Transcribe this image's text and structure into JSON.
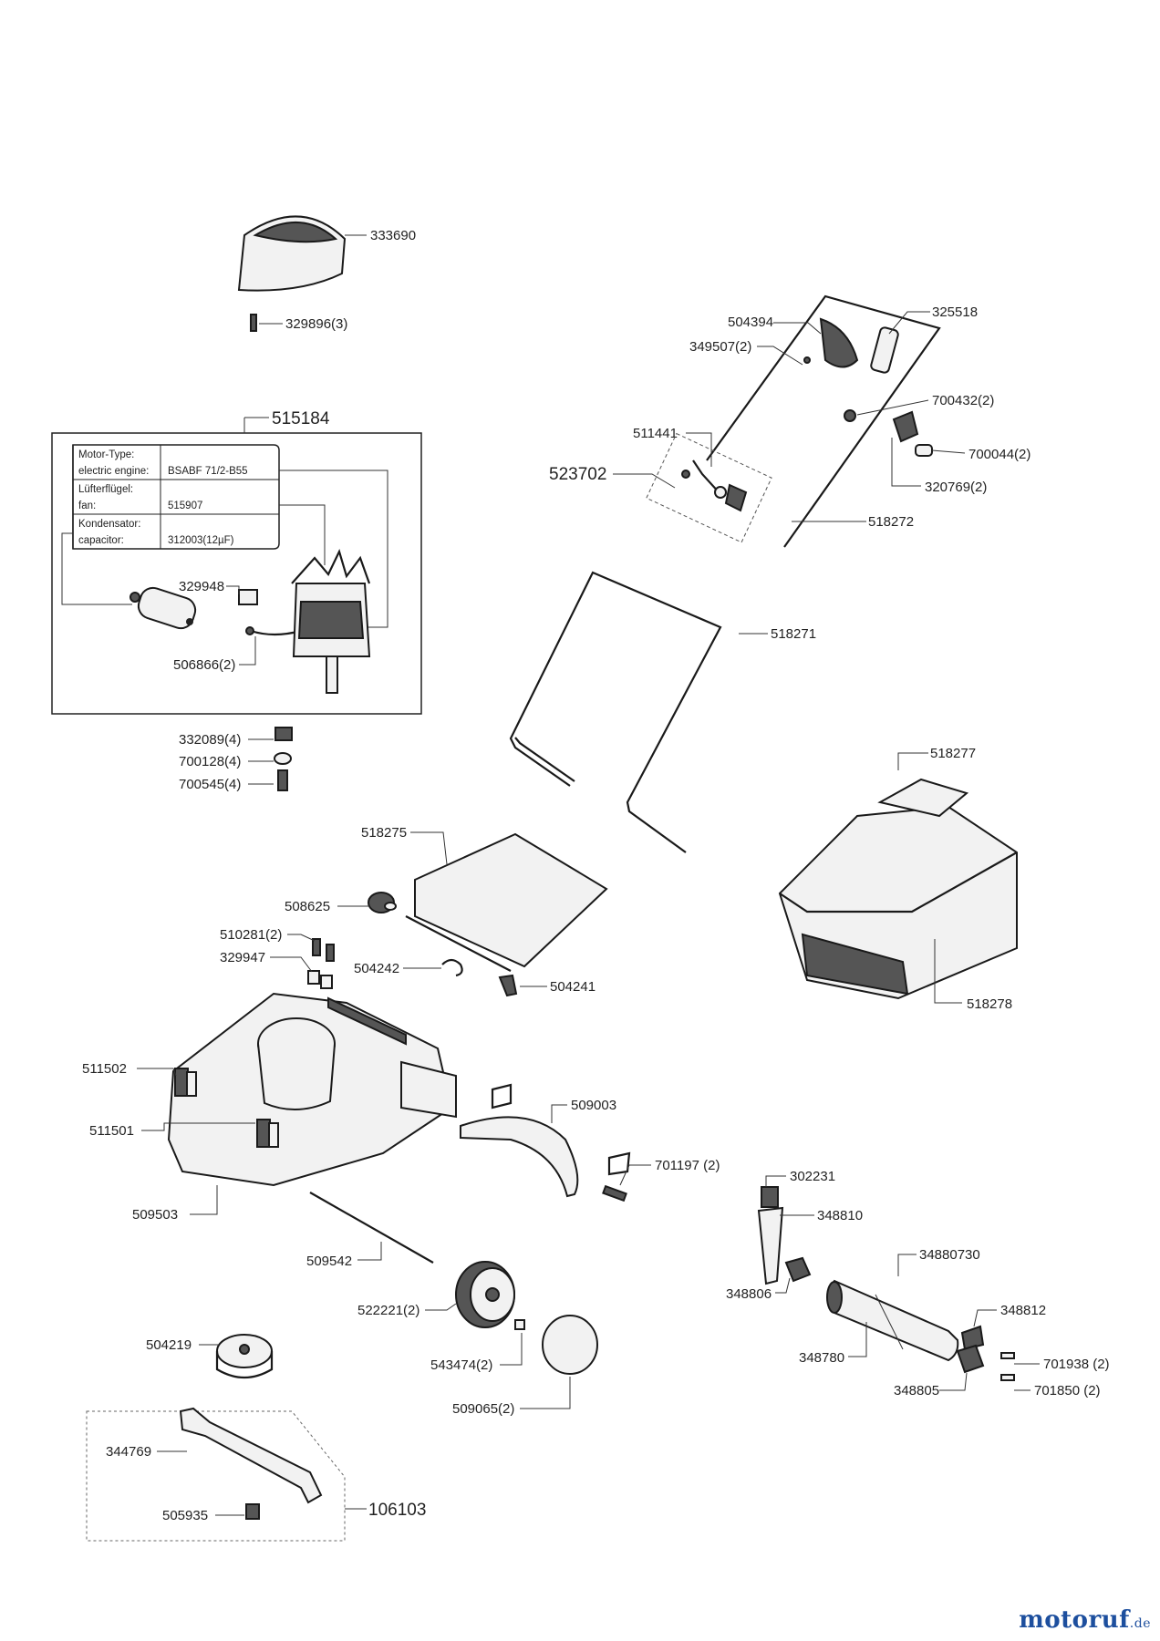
{
  "brand": {
    "name": "motoruf",
    "suffix": ".de",
    "color": "#1d4f9e",
    "accent": "#e07b12"
  },
  "table": {
    "rows": [
      {
        "label_de": "Motor-Type:",
        "label_en": "electric engine:",
        "value": "BSABF 71/2-B55"
      },
      {
        "label_de": "Lüfterflügel:",
        "label_en": "fan:",
        "value": "515907"
      },
      {
        "label_de": "Kondensator:",
        "label_en": "capacitor:",
        "value": "312003(12µF)"
      }
    ]
  },
  "parts": {
    "p333690": "333690",
    "p329896": "329896(3)",
    "p515184": "515184",
    "p329948": "329948",
    "p506866": "506866(2)",
    "p332089": "332089(4)",
    "p700128": "700128(4)",
    "p700545": "700545(4)",
    "p504394": "504394",
    "p349507": "349507(2)",
    "p325518": "325518",
    "p700432": "700432(2)",
    "p511441": "511441",
    "p700044": "700044(2)",
    "p523702": "523702",
    "p320769": "320769(2)",
    "p518272": "518272",
    "p518271": "518271",
    "p518277": "518277",
    "p518275": "518275",
    "p508625": "508625",
    "p510281": "510281(2)",
    "p329947": "329947",
    "p504242": "504242",
    "p504241": "504241",
    "p518278": "518278",
    "p511502": "511502",
    "p509003": "509003",
    "p511501": "511501",
    "p701197": "701197 (2)",
    "p509503": "509503",
    "p302231": "302231",
    "p348810": "348810",
    "p509542": "509542",
    "p34880730": "34880730",
    "p348806": "348806",
    "p522221": "522221(2)",
    "p348812": "348812",
    "p504219": "504219",
    "p543474": "543474(2)",
    "p348780": "348780",
    "p701938": "701938 (2)",
    "p509065": "509065(2)",
    "p348805": "348805",
    "p701850": "701850 (2)",
    "p344769": "344769",
    "p106103": "106103",
    "p505935": "505935"
  }
}
